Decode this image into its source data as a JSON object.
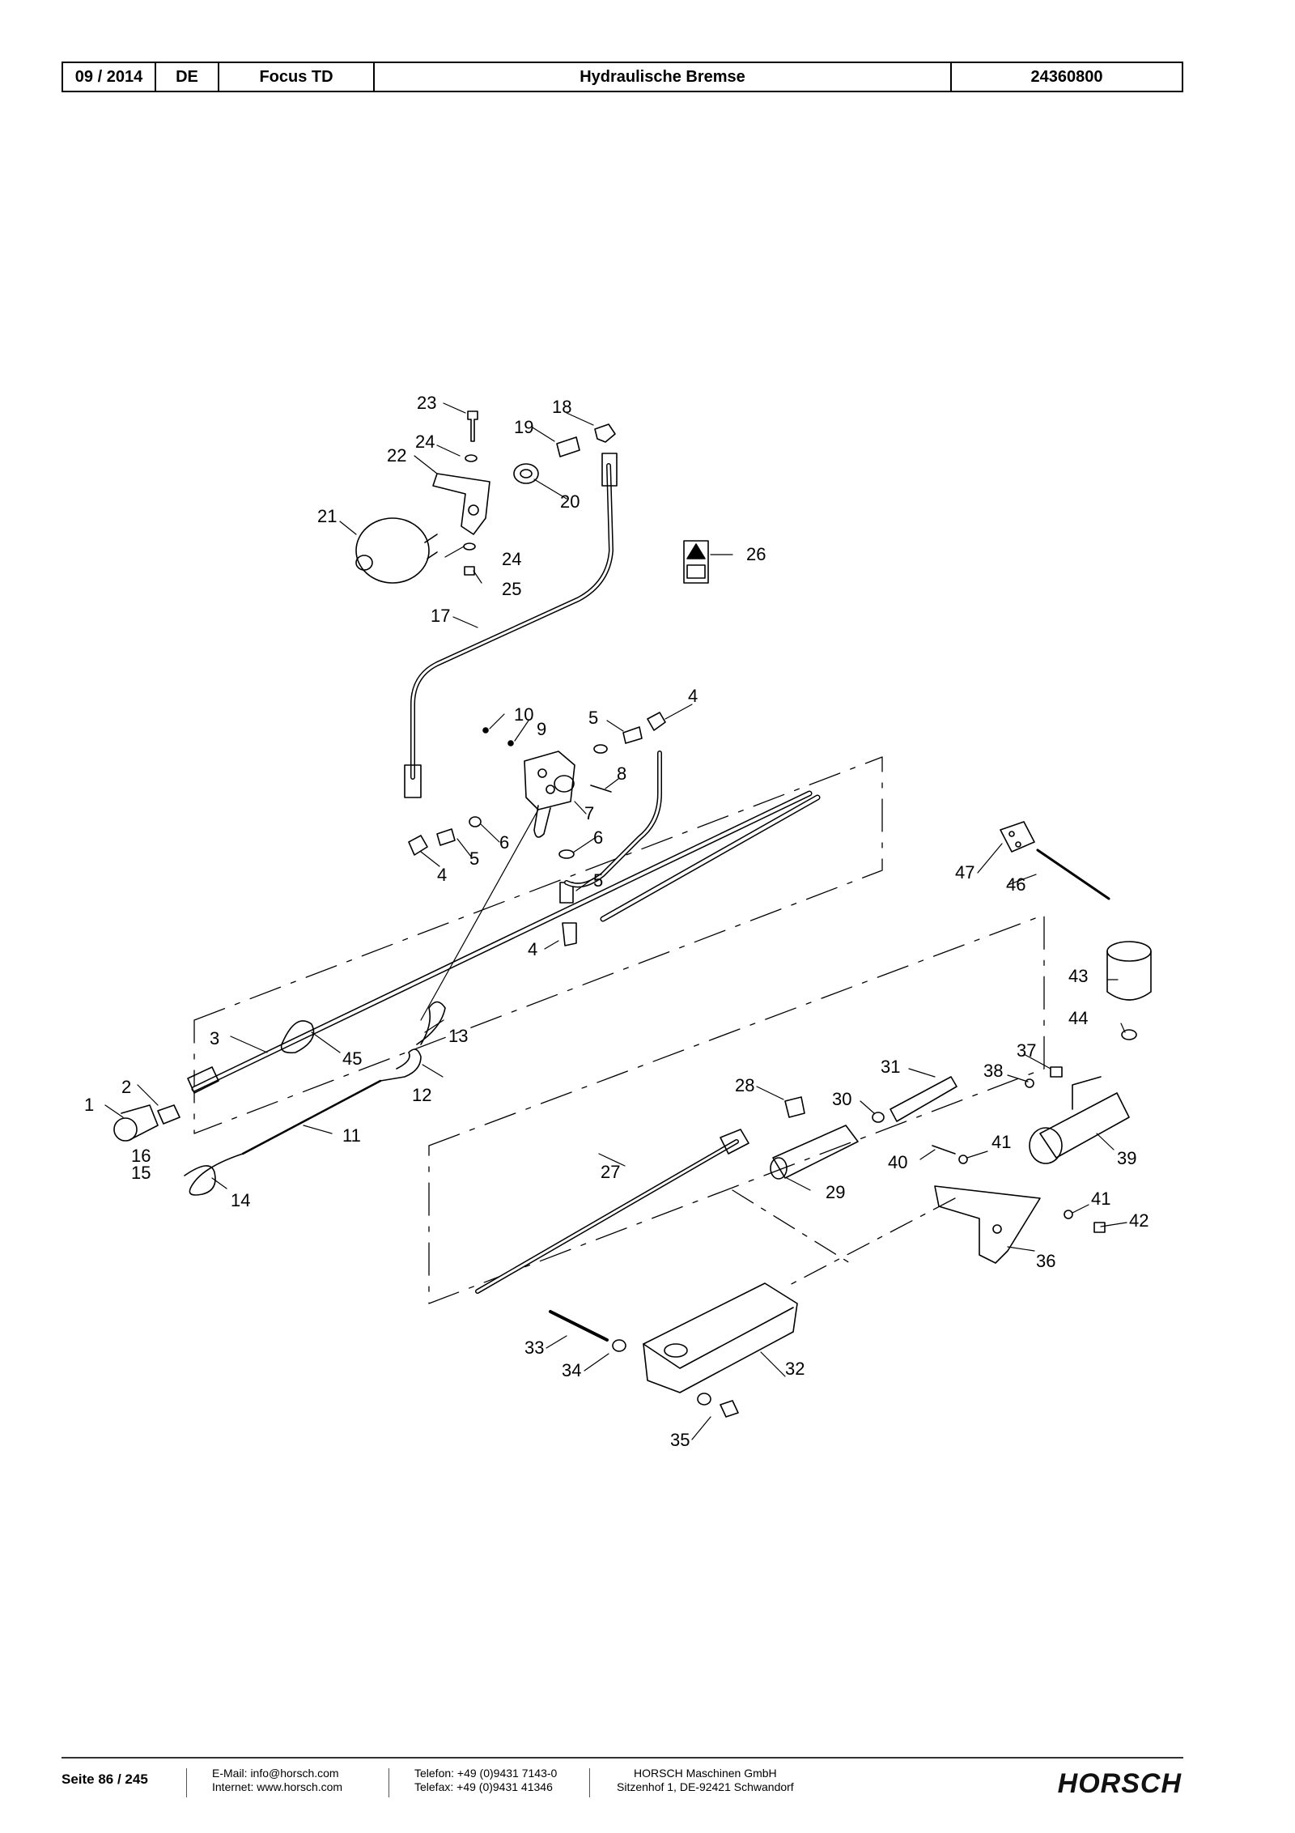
{
  "header": {
    "date": "09 / 2014",
    "lang": "DE",
    "model": "Focus TD",
    "title": "Hydraulische Bremse",
    "doc_number": "24360800"
  },
  "callouts": [
    "1",
    "2",
    "3",
    "4",
    "5",
    "6",
    "7",
    "8",
    "9",
    "10",
    "11",
    "12",
    "13",
    "14",
    "15",
    "16",
    "17",
    "18",
    "19",
    "20",
    "21",
    "22",
    "23",
    "24",
    "25",
    "26",
    "27",
    "28",
    "29",
    "30",
    "31",
    "32",
    "33",
    "34",
    "35",
    "36",
    "37",
    "38",
    "39",
    "40",
    "41",
    "42",
    "43",
    "44",
    "45",
    "46",
    "47"
  ],
  "footer": {
    "page": "Seite 86 / 245",
    "email": "E-Mail: info@horsch.com",
    "internet": "Internet: www.horsch.com",
    "phone": "Telefon: +49 (0)9431 7143-0",
    "fax": "Telefax: +49 (0)9431 41346",
    "company": "HORSCH Maschinen GmbH",
    "address": "Sitzenhof 1, DE-92421 Schwandorf",
    "logo": "HORSCH"
  }
}
